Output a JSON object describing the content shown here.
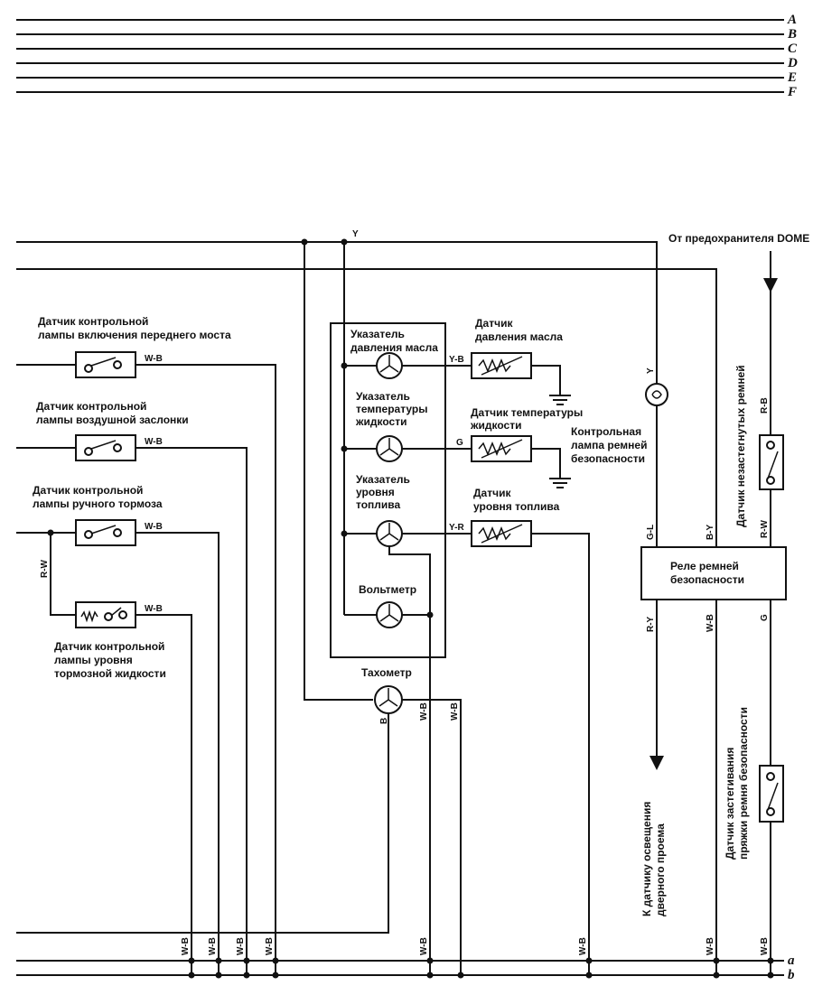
{
  "top_buses": [
    "A",
    "B",
    "C",
    "D",
    "E",
    "F"
  ],
  "bottom_buses": [
    "a",
    "b"
  ],
  "labels": {
    "sw_front_axle": [
      "Датчик контрольной",
      "лампы включения переднего моста"
    ],
    "sw_choke": [
      "Датчик контрольной",
      "лампы воздушной заслонки"
    ],
    "sw_parking": [
      "Датчик контрольной",
      "лампы ручного тормоза"
    ],
    "sw_brake_fluid": [
      "Датчик контрольной",
      "лампы уровня",
      "тормозной жидкости"
    ],
    "gauge_oil": [
      "Указатель",
      "давления масла"
    ],
    "gauge_temp": [
      "Указатель",
      "температуры",
      "жидкости"
    ],
    "gauge_fuel": [
      "Указатель",
      "уровня",
      "топлива"
    ],
    "voltmeter": "Вольтметр",
    "tachometer": "Тахометр",
    "sender_oil": [
      "Датчик",
      "давления масла"
    ],
    "sender_temp": [
      "Датчик температуры",
      "жидкости"
    ],
    "sender_fuel": [
      "Датчик",
      "уровня топлива"
    ],
    "seatbelt_lamp": [
      "Контрольная",
      "лампа ремней",
      "безопасности"
    ],
    "dome_fuse": "От предохранителя DOME",
    "sw_unfastened_belts": "Датчик незастегнутых ремней",
    "seatbelt_relay": [
      "Реле ремней",
      "безопасности"
    ],
    "door_lamp": [
      "К датчику освещения",
      "дверного проема"
    ],
    "sw_buckle": [
      "Датчик застегивания",
      "пряжки ремня безопасности"
    ]
  },
  "wires": {
    "y_top": "Y",
    "wb": "W-B",
    "rw": "R-W",
    "yb": "Y-B",
    "g": "G",
    "yr": "Y-R",
    "b": "B",
    "y_lamp": "Y",
    "gl": "G-L",
    "by": "B-Y",
    "rb": "R-B",
    "ry": "R-Y",
    "g_relay": "G"
  }
}
